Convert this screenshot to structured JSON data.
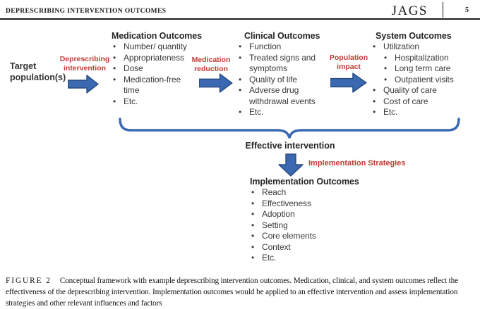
{
  "header": {
    "title": "DEPRESCRIBING INTERVENTION OUTCOMES",
    "journal": "JAGS",
    "page_number": "5"
  },
  "diagram": {
    "target_population": "Target population(s)",
    "arrow_labels": {
      "first": "Deprescribing intervention",
      "second": "Medication reduction",
      "third": "Population impact",
      "down": "Implementation Strategies"
    },
    "columns": [
      {
        "title": "Medication Outcomes",
        "items": [
          {
            "text": "Number/ quantity",
            "level": 1
          },
          {
            "text": "Appropriateness",
            "level": 1
          },
          {
            "text": "Dose",
            "level": 1
          },
          {
            "text": "Medication-free time",
            "level": 1
          },
          {
            "text": "Etc.",
            "level": 1
          }
        ]
      },
      {
        "title": "Clinical Outcomes",
        "items": [
          {
            "text": "Function",
            "level": 1
          },
          {
            "text": "Treated signs and symptoms",
            "level": 1
          },
          {
            "text": "Quality of life",
            "level": 1
          },
          {
            "text": "Adverse drug withdrawal events",
            "level": 1
          },
          {
            "text": "Etc.",
            "level": 1
          }
        ]
      },
      {
        "title": "System Outcomes",
        "items": [
          {
            "text": "Utilization",
            "level": 1
          },
          {
            "text": "Hospitalization",
            "level": 2
          },
          {
            "text": "Long term care",
            "level": 2
          },
          {
            "text": "Outpatient visits",
            "level": 2
          },
          {
            "text": "Quality of care",
            "level": 1
          },
          {
            "text": "Cost of care",
            "level": 1
          },
          {
            "text": "Etc.",
            "level": 1
          }
        ]
      }
    ],
    "effective_intervention": "Effective intervention",
    "implementation": {
      "title": "Implementation Outcomes",
      "items": [
        {
          "text": "Reach",
          "level": 1
        },
        {
          "text": "Effectiveness",
          "level": 1
        },
        {
          "text": "Adoption",
          "level": 1
        },
        {
          "text": "Setting",
          "level": 1
        },
        {
          "text": "Core elements",
          "level": 1
        },
        {
          "text": "Context",
          "level": 1
        },
        {
          "text": "Etc.",
          "level": 1
        }
      ]
    },
    "colors": {
      "arrow_fill": "#3a69b1",
      "arrow_border": "#27497e",
      "brace": "#3a69b1",
      "red_label": "#c13b33"
    }
  },
  "caption": {
    "label": "FIGURE 2",
    "text": "Conceptual framework with example deprescribing intervention outcomes. Medication, clinical, and system outcomes reflect the effectiveness of the deprescribing intervention. Implementation outcomes would be applied to an effective intervention and assess implementation strategies and other relevant influences and factors"
  }
}
